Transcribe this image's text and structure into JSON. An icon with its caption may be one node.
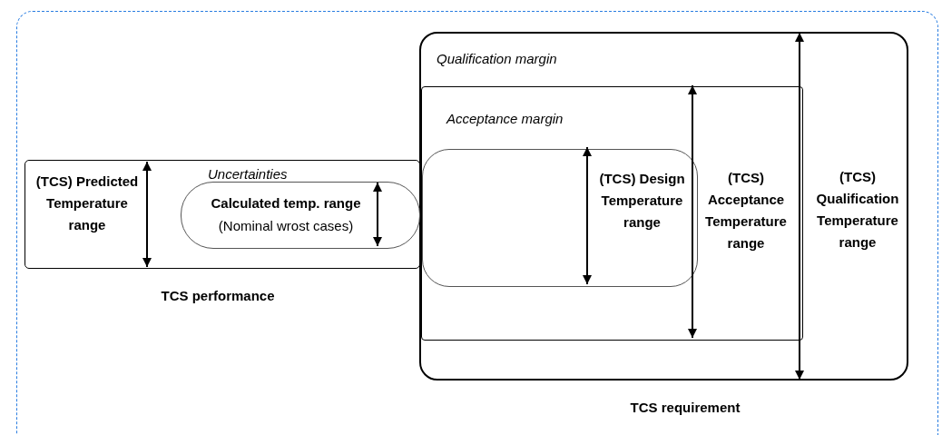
{
  "diagram": {
    "nodes": [
      {
        "text": [
          "Qualification margin",
          "(TCS) Qualification Temperature range"
        ],
        "beside": [
          "TCS requirement"
        ]
      },
      {
        "text": [
          "Acceptance margin",
          "(TCS) Acceptance Temperature range"
        ],
        "in": 0
      },
      {
        "text": [
          "(TCS) Design Temperature range"
        ],
        "in": 1
      },
      {
        "text": [
          "(TCS) Predicted Temperature range",
          "Uncertainties"
        ],
        "beside": [
          "TCS performance"
        ]
      },
      {
        "text": [
          "Calculated temp. range",
          "(Nominal wrost cases)"
        ],
        "in": 3
      }
    ]
  }
}
